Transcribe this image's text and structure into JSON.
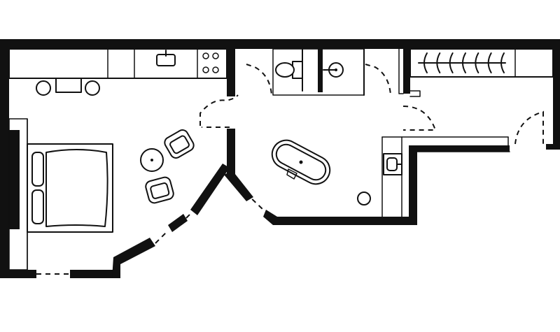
{
  "colors": {
    "wall": "#111111",
    "background": "#ffffff"
  },
  "rooms": [
    "bedroom",
    "bathroom",
    "dressing-room",
    "corridor"
  ],
  "furniture": [
    "double-bed",
    "armchair",
    "armchair",
    "side-table",
    "desk",
    "desk-chair",
    "desk-chair",
    "kitchen-sink",
    "hob",
    "toilet",
    "shower",
    "bathtub",
    "stool",
    "washbasin",
    "clothes-rail"
  ],
  "doors": [
    "bedroom-entry-door",
    "bathroom-door",
    "dressing-room-door",
    "corridor-entry-door",
    "corridor-door"
  ],
  "wardrobe": {
    "hanger_count": 7
  }
}
